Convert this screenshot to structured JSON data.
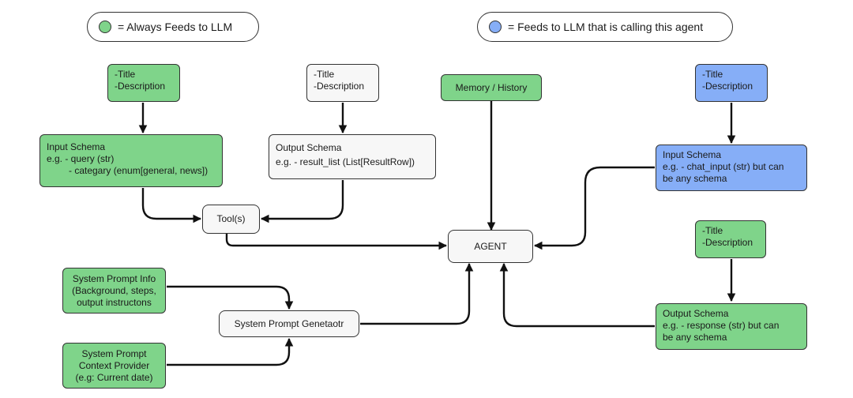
{
  "legend": {
    "always": "= Always Feeds to LLM",
    "calling": "= Feeds to LLM that is calling this agent",
    "always_color": "#7fd48a",
    "calling_color": "#86aef7"
  },
  "tool_meta": {
    "line1": "-Title",
    "line2": "-Description"
  },
  "output_meta": {
    "line1": "-Title",
    "line2": "-Description"
  },
  "memory": {
    "label": "Memory / History"
  },
  "agent_input_meta": {
    "line1": "-Title",
    "line2": "-Description"
  },
  "tool_input_schema": {
    "line1": "Input Schema",
    "line2": "e.g. - query (str)",
    "line3": "- categary (enum[general, news])"
  },
  "tool_output_schema": {
    "line1": "Output Schema",
    "line2": "e.g. - result_list (List[ResultRow])"
  },
  "agent_input_schema": {
    "line1": "Input Schema",
    "line2": "e.g. - chat_input (str) but can",
    "line3": "be any schema"
  },
  "tools": {
    "label": "Tool(s)"
  },
  "agent": {
    "label": "AGENT"
  },
  "agent_output_meta": {
    "line1": "-Title",
    "line2": "-Description"
  },
  "sys_info": {
    "line1": "System Prompt Info",
    "line2": "(Background, steps,",
    "line3": "output instructons"
  },
  "sys_gen": {
    "label": "System Prompt Genetaotr"
  },
  "sys_ctx": {
    "line1": "System Prompt",
    "line2": "Context Provider",
    "line3": "(e.g: Current date)"
  },
  "agent_output_schema": {
    "line1": "Output Schema",
    "line2": "e.g. - response (str) but can",
    "line3": "be any schema"
  }
}
